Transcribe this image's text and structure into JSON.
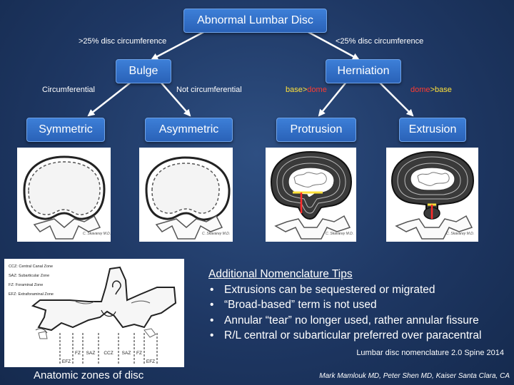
{
  "root": "Abnormal Lumbar Disc",
  "edges": {
    "left": ">25% disc circumference",
    "right": "<25% disc circumference"
  },
  "level1": {
    "bulge": "Bulge",
    "herniation": "Herniation"
  },
  "bulge_edges": {
    "left": "Circumferential",
    "right": "Not circumferential"
  },
  "herniation_edges": {
    "left": {
      "a": "base",
      "op": ">",
      "b": "dome"
    },
    "right": {
      "a": "dome",
      "op": ">",
      "b": "base"
    }
  },
  "level2": {
    "symmetric": "Symmetric",
    "asymmetric": "Asymmetric",
    "protrusion": "Protrusion",
    "extrusion": "Extrusion"
  },
  "illustration_signature": "C. Skavarey M.D.",
  "zones_legend": [
    "CCZ: Central Canal Zone",
    "SAZ: Subarticular Zone",
    "FZ:  Foraminal Zone",
    "EFZ: Extraforaminal Zone"
  ],
  "zones_labels": {
    "efz": "EFZ",
    "fz": "FZ",
    "saz": "SAZ",
    "ccz": "CCZ"
  },
  "zones_caption": "Anatomic zones of disc",
  "tips": {
    "heading": "Additional Nomenclature Tips",
    "items": [
      "Extrusions can be sequestered or migrated",
      "“Broad-based” term is not used",
      "Annular “tear” no longer used, rather annular fissure",
      "R/L central or subarticular preferred over paracentral"
    ]
  },
  "citation": "Lumbar disc nomenclature 2.0 Spine 2014",
  "credit": "Mark Mamlouk MD, Peter Shen MD, Kaiser Santa Clara, CA",
  "colors": {
    "background": "#1e3763",
    "box": "#2a62b8",
    "red": "#ff3b30",
    "yellow": "#ffe03a"
  }
}
